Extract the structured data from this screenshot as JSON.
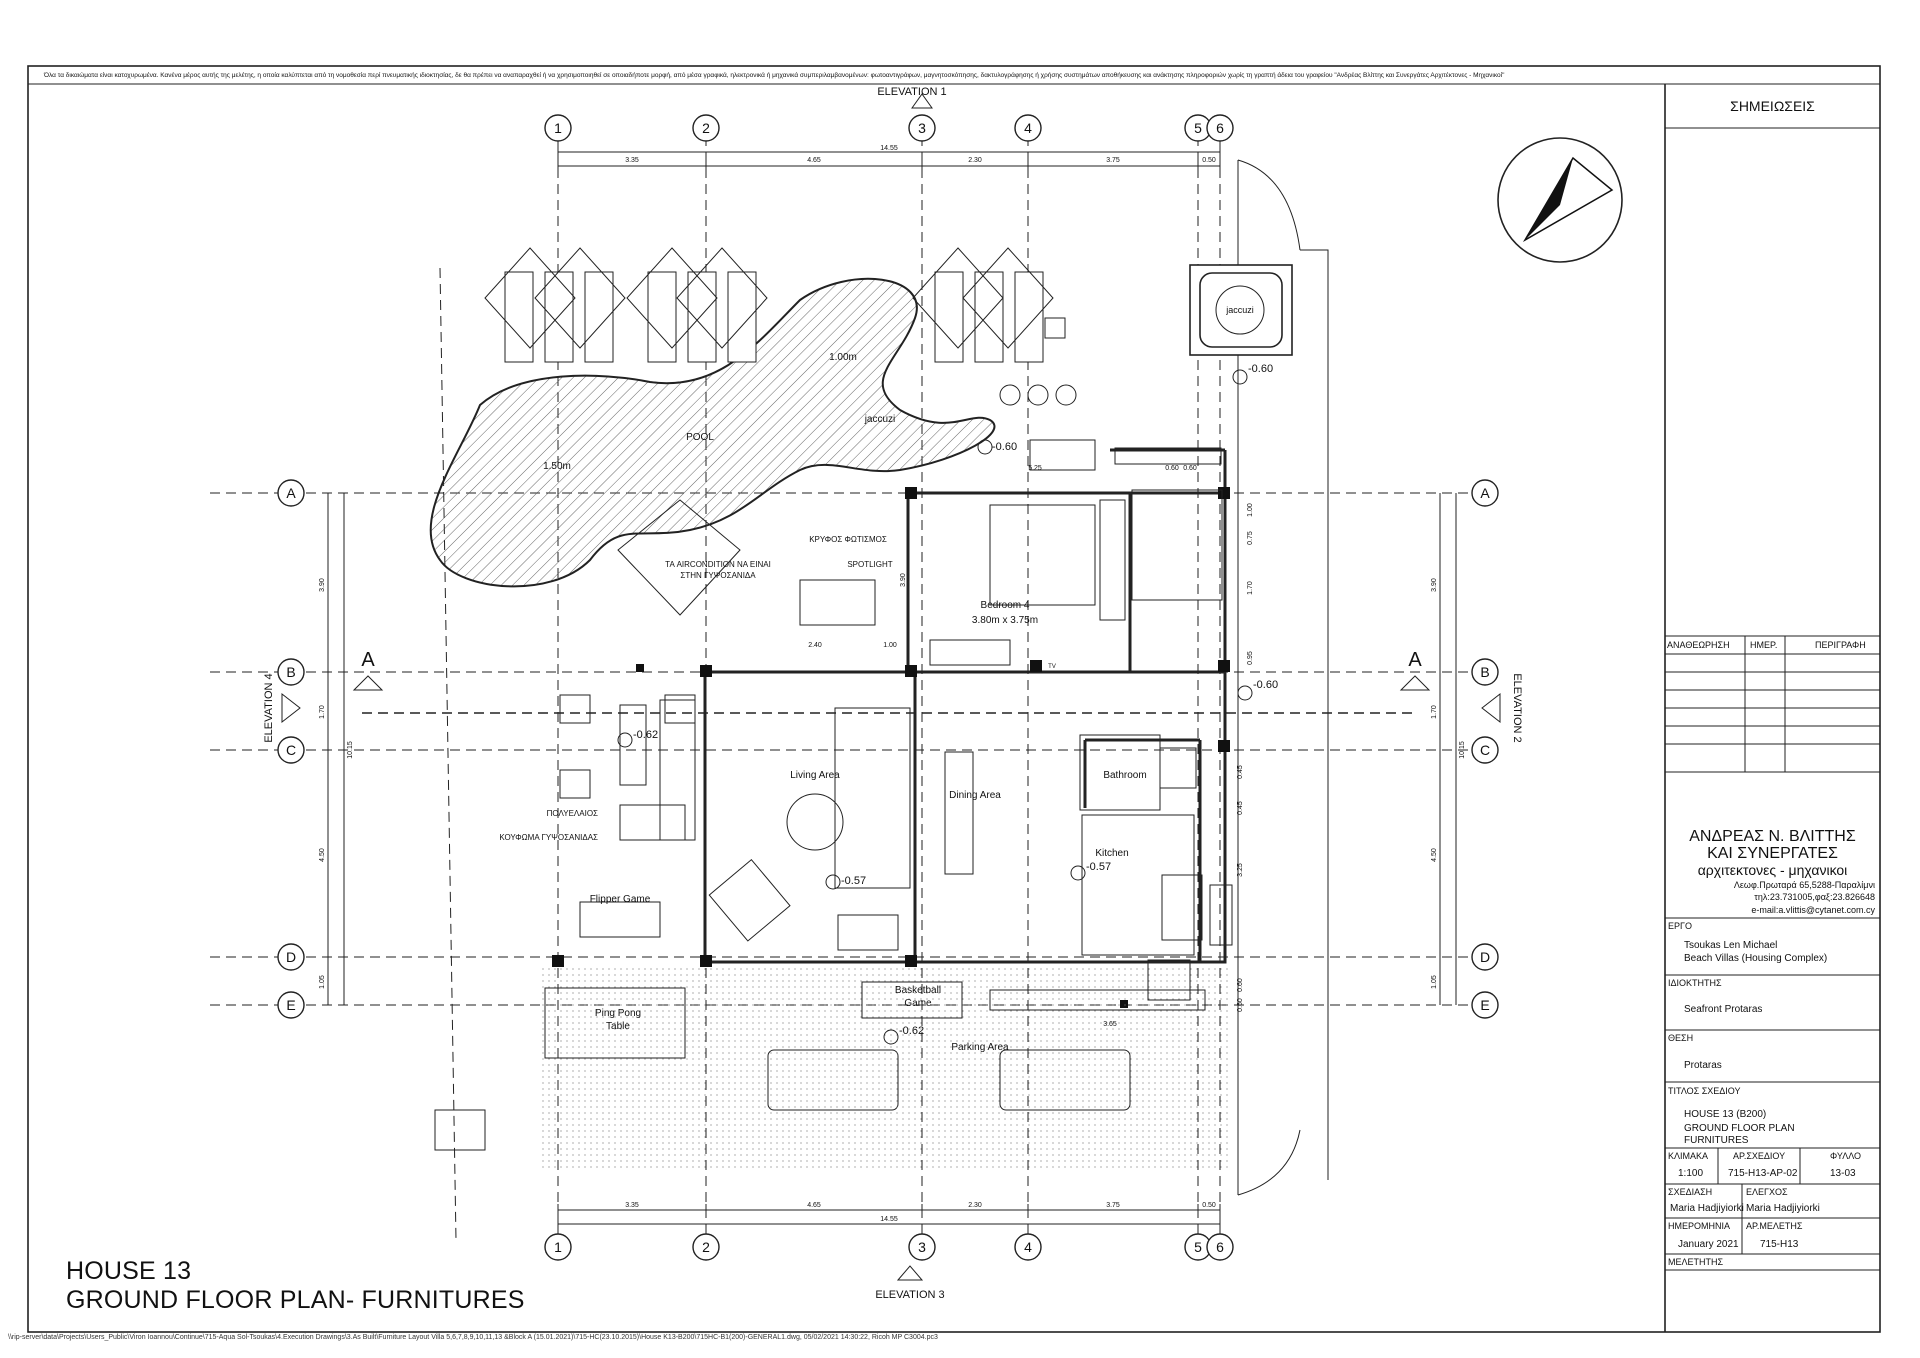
{
  "header": {
    "copyright": "Όλα τα δικαιώματα είναι κατοχυρωμένα. Κανένα μέρος αυτής της μελέτης, η οποία καλύπτεται από τη νομοθεσία περί πνευματικής ιδιοκτησίας, δε θα πρέπει να αναπαραχθεί ή να χρησιμοποιηθεί σε οποιαδήποτε μορφή, από μέσα γραφικά, ηλεκτρονικά ή μηχανικά συμπεριλαμβανομένων: φωτοαντιγράφων, μαγνητοσκόπησης, δακτυλογράφησης ή χρήσης συστημάτων αποθήκευσης και ανάκτησης πληροφοριών χωρίς τη γραπτή άδεια του γραφείου \"Ανδρέας Βλίττης και Συνεργάτες Αρχιτέκτονες - Μηχανικοί\""
  },
  "elevations": {
    "top": "ELEVATION 1",
    "right": "ELEVATION 2",
    "bottom": "ELEVATION 3",
    "left": "ELEVATION 4"
  },
  "grid": {
    "columns": [
      "1",
      "2",
      "3",
      "4",
      "5",
      "6"
    ],
    "rows": [
      "A",
      "B",
      "C",
      "D",
      "E"
    ],
    "section_mark": "A"
  },
  "dimensions": {
    "horizontal": [
      "3.35",
      "4.65",
      "2.30",
      "3.75",
      "0.50"
    ],
    "horizontal_total": "14.55",
    "vertical_left": [
      "3.90",
      "1.70",
      "4.50",
      "1.05"
    ],
    "vertical_left_total": "10.15",
    "vertical_right": [
      "3.90",
      "1.70",
      "4.50",
      "1.05"
    ],
    "vertical_right_total": "10.15",
    "stair_dims": [
      "1.00",
      "0.75",
      "1.70",
      "0.95",
      "0.45",
      "0.45"
    ],
    "kitchen_dims": [
      "3.25",
      "0.60",
      "0.60"
    ],
    "misc": [
      "2.40",
      "1.00",
      "3.90",
      "5.25",
      "0.60",
      "0.60",
      "3.65"
    ]
  },
  "levels": [
    "-0.60",
    "-0.60",
    "-0.60",
    "-0.62",
    "-0.57",
    "-0.57",
    "-0.62"
  ],
  "rooms": {
    "pool": "POOL",
    "pool_depth_1": "1.00m",
    "pool_depth_2": "1.50m",
    "pool_jaccuzi": "jaccuzi",
    "jaccuzi": "jaccuzi",
    "bedroom_name": "Bedroom 4",
    "bedroom_size": "3.80m x 3.75m",
    "living": "Living Area",
    "dining": "Dining Area",
    "bathroom": "Bathroom",
    "kitchen": "Kitchen",
    "flipper": "Flipper Game",
    "ping_pong_1": "Ping Pong",
    "ping_pong_2": "Table",
    "basketball_1": "Basketball",
    "basketball_2": "Game",
    "parking": "Parking Area",
    "tv": "TV"
  },
  "notes": {
    "hidden_lighting": "ΚΡΥΦΟΣ ΦΩΤΙΣΜΟΣ",
    "aircon_1": "ΤΑ AIRCONDITION ΝΑ ΕΙΝΑΙ",
    "aircon_2": "ΣΤΗΝ ΓΥΨΟΣΑΝΙΔΑ",
    "spotlight": "SPOTLIGHT",
    "chandelier": "ΠΟΛΥΕΛΑΙΟΣ",
    "gypsum_hollow": "ΚΟΥΦΩΜΑ ΓΥΨΟΣΑΝΙΔΑΣ"
  },
  "title_block": {
    "notes_header": "ΣΗΜΕΙΩΣΕΙΣ",
    "revision_cols": [
      "ΑΝΑΘΕΩΡΗΣΗ",
      "ΗΜΕΡ.",
      "ΠΕΡΙΓΡΑΦΗ"
    ],
    "firm_line1": "ΑΝΔΡΕΑΣ Ν. ΒΛΙΤΤΗΣ",
    "firm_line2": "ΚΑΙ ΣΥΝΕΡΓΑΤΕΣ",
    "firm_line3": "αρχιτεκτονες - μηχανικοι",
    "firm_addr1": "Λεωφ.Πρωταρά 65,5288-Παραλίμνι",
    "firm_addr2": "τηλ:23.731005,φαξ:23.826648",
    "firm_email": "e-mail:a.vlittis@cytanet.com.cy",
    "project_label": "ΕΡΓΟ",
    "project_val1": "Tsoukas Len Michael",
    "project_val2": "Beach Villas (Housing Complex)",
    "owner_label": "ΙΔΙΟΚΤΗΤΗΣ",
    "owner_val": "Seafront Protaras",
    "location_label": "ΘΕΣΗ",
    "location_val": "Protaras",
    "title_label": "ΤΙΤΛΟΣ ΣΧΕΔΙΟΥ",
    "title_val1": "HOUSE 13 (B200)",
    "title_val2": "GROUND FLOOR PLAN",
    "title_val3": "FURNITURES",
    "scale_label": "ΚΛΙΜΑΚΑ",
    "scale_val": "1:100",
    "dwg_label": "ΑΡ.ΣΧΕΔΙΟΥ",
    "dwg_val": "715-H13-AP-02",
    "sheet_label": "ΦΥΛΛΟ",
    "sheet_val": "13-03",
    "drawn_label": "ΣΧΕΔΙΑΣΗ",
    "drawn_val": "Maria Hadjiyiorki",
    "checked_label": "ΕΛΕΓΧΟΣ",
    "checked_val": "Maria Hadjiyiorki",
    "date_label": "ΗΜΕΡΟΜΗΝΙΑ",
    "date_val": "January 2021",
    "study_no_label": "ΑΡ.ΜΕΛΕΤΗΣ",
    "study_no_val": "715-H13",
    "designer_label": "ΜΕΛΕΤΗΤΗΣ"
  },
  "drawing_title": {
    "line1": "HOUSE 13",
    "line2": "GROUND FLOOR PLAN- FURNITURES"
  },
  "footer": {
    "path": "\\\\rip-server\\data\\Projects\\Users_Public\\Viron Ioannou\\Continue\\715-Aqua Sol-Tsoukas\\4.Execution Drawings\\3.As Built\\Furniture Layout Villa 5,6,7,8,9,10,11,13 &Block A (15.01.2021)\\715-HC(23.10.2015)\\House K13-B200\\715HC-B1(200)-GENERAL1.dwg, 05/02/2021 14:30:22, Ricoh MP C3004.pc3"
  }
}
